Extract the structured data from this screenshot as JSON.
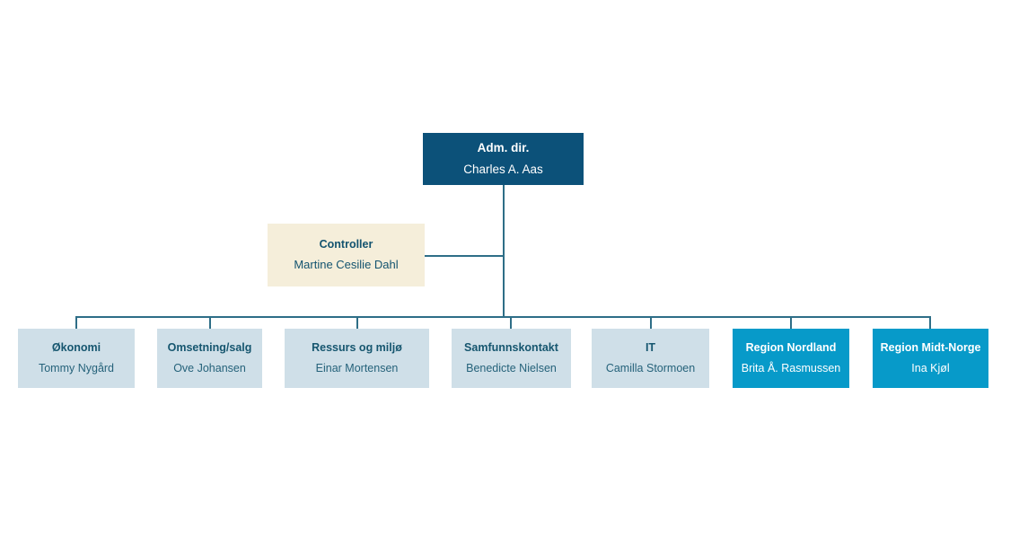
{
  "chart_data": {
    "type": "org-chart",
    "title": "",
    "palette": {
      "root_fill": "#0C5179",
      "root_text": "#FFFFFF",
      "staff_fill": "#F5EEDA",
      "staff_text": "#13536F",
      "dept_fill": "#CFDFE8",
      "dept_text": "#16566F",
      "region_fill": "#079AC9",
      "region_text": "#FFFFFF",
      "connector": "#2E6E87",
      "background": "#FFFFFF"
    },
    "root": {
      "title": "Adm. dir.",
      "person": "Charles A. Aas"
    },
    "staff": [
      {
        "title": "Controller",
        "person": "Martine Cesilie Dahl"
      }
    ],
    "units": [
      {
        "title": "Økonomi",
        "person": "Tommy Nygård",
        "kind": "dept"
      },
      {
        "title": "Omsetning/salg",
        "person": "Ove Johansen",
        "kind": "dept"
      },
      {
        "title": "Ressurs og miljø",
        "person": "Einar Mortensen",
        "kind": "dept"
      },
      {
        "title": "Samfunnskontakt",
        "person": "Benedicte Nielsen",
        "kind": "dept"
      },
      {
        "title": "IT",
        "person": "Camilla Stormoen",
        "kind": "dept"
      },
      {
        "title": "Region Nordland",
        "person": "Brita Å. Rasmussen",
        "kind": "region"
      },
      {
        "title": "Region Midt-Norge",
        "person": "Ina Kjøl",
        "kind": "region"
      }
    ]
  }
}
